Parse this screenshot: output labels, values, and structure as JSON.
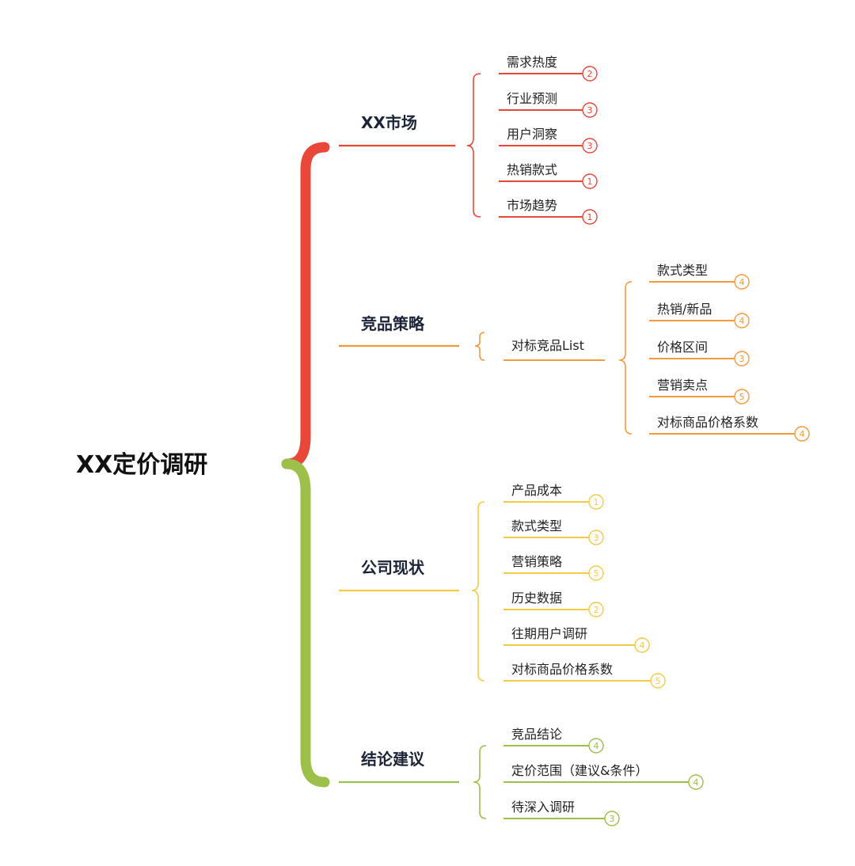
{
  "root": {
    "label": "XX定价调研"
  },
  "colors": {
    "red": "#e8473a",
    "orange": "#f39a3c",
    "yellow": "#f7c948",
    "green": "#9cc04a"
  },
  "branches": [
    {
      "label": "XX市场",
      "color": "#e8473a",
      "items": [
        {
          "label": "需求热度",
          "badge": "2"
        },
        {
          "label": "行业预测",
          "badge": "3"
        },
        {
          "label": "用户洞察",
          "badge": "3"
        },
        {
          "label": "热销款式",
          "badge": "1"
        },
        {
          "label": "市场趋势",
          "badge": "1"
        }
      ]
    },
    {
      "label": "竞品策略",
      "color": "#f39a3c",
      "sub": {
        "label": "对标竞品List",
        "items": [
          {
            "label": "款式类型",
            "badge": "4"
          },
          {
            "label": "热销/新品",
            "badge": "4"
          },
          {
            "label": "价格区间",
            "badge": "3"
          },
          {
            "label": "营销卖点",
            "badge": "5"
          },
          {
            "label": "对标商品价格系数",
            "badge": "4"
          }
        ]
      }
    },
    {
      "label": "公司现状",
      "color": "#f7c948",
      "items": [
        {
          "label": "产品成本",
          "badge": "1"
        },
        {
          "label": "款式类型",
          "badge": "3"
        },
        {
          "label": "营销策略",
          "badge": "5"
        },
        {
          "label": "历史数据",
          "badge": "2"
        },
        {
          "label": "往期用户调研",
          "badge": "4"
        },
        {
          "label": "对标商品价格系数",
          "badge": "5"
        }
      ]
    },
    {
      "label": "结论建议",
      "color": "#9cc04a",
      "items": [
        {
          "label": "竞品结论",
          "badge": "4"
        },
        {
          "label": "定价范围（建议&条件）",
          "badge": "4"
        },
        {
          "label": "待深入调研",
          "badge": "3"
        }
      ]
    }
  ]
}
